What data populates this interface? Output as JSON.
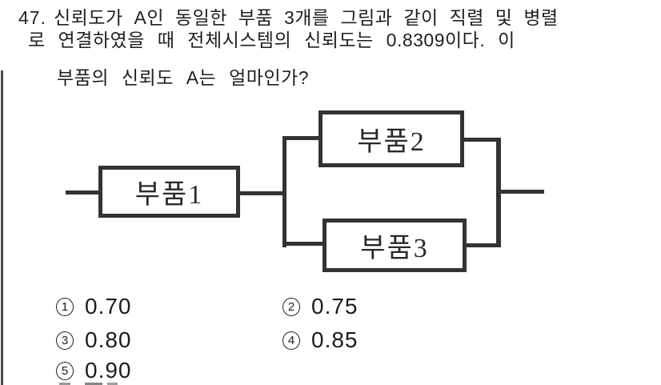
{
  "question": {
    "number": "47.",
    "line1": "신뢰도가 A인 동일한 부품 3개를 그림과 같이 직렬 및 병렬",
    "line2": "로 연결하였을 때 전체시스템의 신뢰도는 0.8309이다. 이",
    "line3": "부품의 신뢰도 A는 얼마인가?"
  },
  "diagram": {
    "type": "reliability-block-diagram",
    "topology": "부품1 in series with a parallel branch of 부품2 and 부품3",
    "blocks": [
      {
        "label": "부품1"
      },
      {
        "label": "부품2"
      },
      {
        "label": "부품3"
      }
    ]
  },
  "options": [
    {
      "marker": "1",
      "value": "0.70"
    },
    {
      "marker": "2",
      "value": "0.75"
    },
    {
      "marker": "3",
      "value": "0.80"
    },
    {
      "marker": "4",
      "value": "0.85"
    },
    {
      "marker": "5",
      "value": "0.90"
    }
  ],
  "colors": {
    "background": "#ffffff",
    "ink": "#1e1e1e",
    "diagram_line": "#333333"
  }
}
